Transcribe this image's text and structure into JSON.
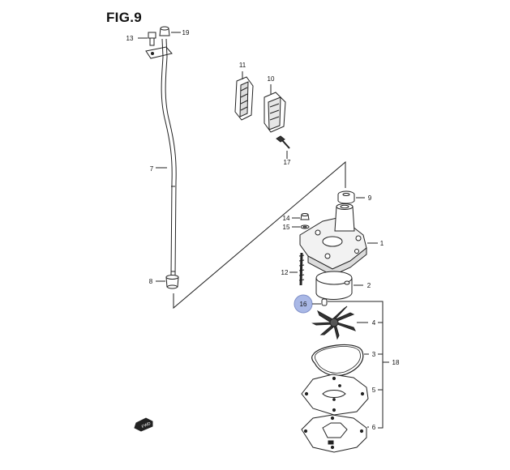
{
  "figure": {
    "title": "FIG.9",
    "highlighted_callout": "16",
    "highlight_color": "#a9b8e6",
    "callouts": {
      "c1": "1",
      "c2": "2",
      "c3": "3",
      "c4": "4",
      "c5": "5",
      "c6": "6",
      "c7": "7",
      "c8": "8",
      "c9": "9",
      "c10": "10",
      "c11": "11",
      "c12": "12",
      "c13": "13",
      "c14": "14",
      "c15": "15",
      "c16": "16",
      "c17": "17",
      "c18": "18",
      "c19": "19"
    },
    "orientation_badge": "FWD"
  }
}
